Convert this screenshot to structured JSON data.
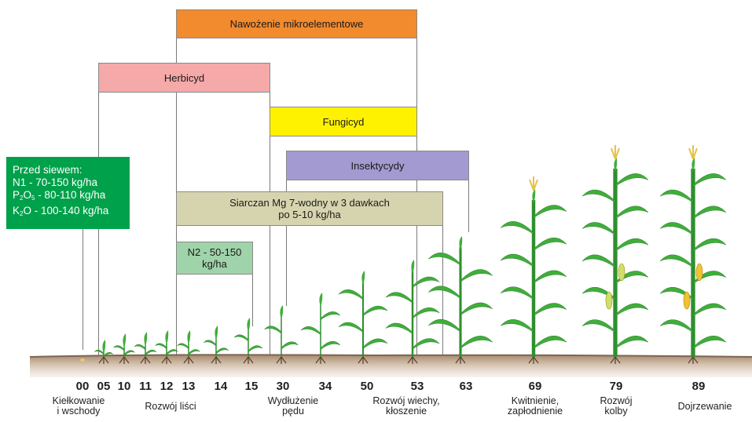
{
  "boxes": {
    "micro": "Nawożenie mikroelementowe",
    "herbicide": "Herbicyd",
    "fungicide": "Fungicyd",
    "insecticide": "Insektycydy",
    "mg_line1": "Siarczan Mg 7-wodny w 3 dawkach",
    "mg_line2": "po 5-10 kg/ha",
    "n2_line1": "N2 - 50-150",
    "n2_line2": "kg/ha"
  },
  "pre_sowing": {
    "title": "Przed siewem:",
    "n1": "N1 - 70-150 kg/ha",
    "p_prefix": "P",
    "p_sub1": "2",
    "p_mid": "O",
    "p_sub2": "5",
    "p_value": " - 80-110 kg/ha",
    "k_prefix": "K",
    "k_sub": "2",
    "k_value": "O - 100-140 kg/ha"
  },
  "codes": [
    "00",
    "05",
    "10",
    "11",
    "12",
    "13",
    "14",
    "15",
    "30",
    "34",
    "50",
    "53",
    "63",
    "69",
    "79",
    "89"
  ],
  "stages": {
    "s1_a": "Kiełkowanie",
    "s1_b": "i wschody",
    "s2": "Rozwój liści",
    "s3_a": "Wydłużenie",
    "s3_b": "pędu",
    "s4_a": "Rozwój wiechy,",
    "s4_b": "kłoszenie",
    "s5_a": "Kwitnienie,",
    "s5_b": "zapłodnienie",
    "s6_a": "Rozwój",
    "s6_b": "kolby",
    "s7": "Dojrzewanie"
  },
  "colors": {
    "micro": "#f28a2e",
    "herbicide": "#f5a9a9",
    "fungicide": "#fff200",
    "insecticide": "#a29ad0",
    "mg": "#d6d4ae",
    "n2": "#9fd3a9",
    "pre": "#00a14b",
    "leaf": "#3fae3a",
    "soil": "#b89a7e"
  },
  "plants": [
    "seed",
    "sprout",
    "tiny",
    "tiny",
    "tiny",
    "tiny",
    "small",
    "small",
    "v6",
    "v8",
    "v10",
    "v12",
    "v14",
    "tassel",
    "cob",
    "mature"
  ]
}
